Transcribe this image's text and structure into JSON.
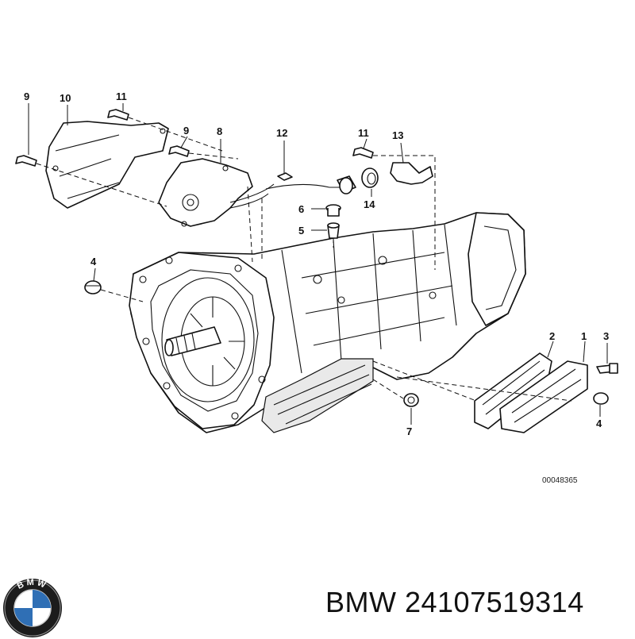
{
  "diagram": {
    "callouts": {
      "c1": "1",
      "c2": "2",
      "c3": "3",
      "c4a": "4",
      "c4b": "4",
      "c5": "5",
      "c6": "6",
      "c7": "7",
      "c8": "8",
      "c9a": "9",
      "c9b": "9",
      "c10": "10",
      "c11a": "11",
      "c11b": "11",
      "c12": "12",
      "c13": "13",
      "c14": "14"
    },
    "reference_number": "00048365"
  },
  "footer": {
    "brand_logo_letters": "BMW",
    "caption": "BMW 24107519314"
  },
  "colors": {
    "ink": "#111111",
    "background": "#ffffff",
    "bmw_blue": "#2f6fb5"
  }
}
